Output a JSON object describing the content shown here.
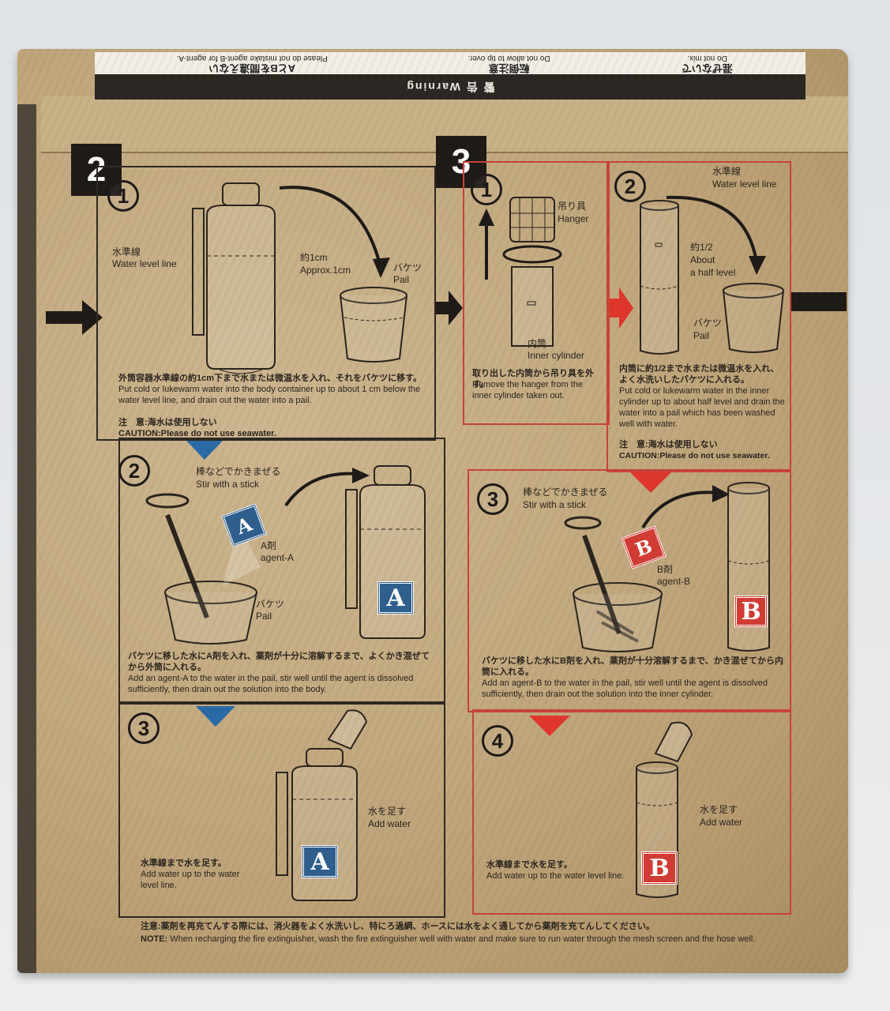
{
  "band": {
    "warning": "警 告 Warning",
    "cells": [
      {
        "jp": "混ぜないで",
        "en": "Do not mix."
      },
      {
        "jp": "転倒注意",
        "en": "Do not allow to tip over."
      },
      {
        "jp": "AとBを間違えない",
        "en": "Please do not mistake agent-B for agent-A."
      }
    ]
  },
  "step2": {
    "num": "2",
    "s1": {
      "num": "1",
      "water_level_jp": "水準線",
      "water_level_en": "Water level line",
      "approx_jp": "約1cm",
      "approx_en": "Approx.1cm",
      "pail_jp": "バケツ",
      "pail_en": "Pail",
      "desc_jp": "外筒容器水準線の約1cm下まで水または微温水を入れ、それをバケツに移す。",
      "desc_en": "Put cold or lukewarm water into the body container up to about 1 cm below the water level line, and drain out the water into a pail.",
      "caution_jp": "注　意:海水は使用しない",
      "caution_en": "CAUTION:Please do not use seawater."
    },
    "s2": {
      "num": "2",
      "stir_jp": "棒などでかきまぜる",
      "stir_en": "Stir with a stick",
      "agent_jp": "A剤",
      "agent_en": "agent-A",
      "pail_jp": "バケツ",
      "pail_en": "Pail",
      "letter": "A",
      "desc_jp": "バケツに移した水にA剤を入れ、薬剤が十分に溶解するまで、よくかき混ぜてから外筒に入れる。",
      "desc_en": "Add an agent-A to the water in the pail, stir well until the agent is dissolved sufficiently, then drain out the solution into the body."
    },
    "s3": {
      "num": "3",
      "add_jp": "水を足す",
      "add_en": "Add water",
      "letter": "A",
      "desc_jp": "水準線まで水を足す。",
      "desc_en": "Add water up to the water level line."
    }
  },
  "step3": {
    "num": "3",
    "s1": {
      "num": "1",
      "hanger_jp": "吊り具",
      "hanger_en": "Hanger",
      "inner_jp": "内筒",
      "inner_en": "Inner cylinder",
      "desc_jp": "取り出した内筒から吊り具を外す。",
      "desc_en": "Remove the hanger from the inner cylinder taken out."
    },
    "s2": {
      "num": "2",
      "water_level_jp": "水準線",
      "water_level_en": "Water level line",
      "half_jp": "約1/2",
      "half_en1": "About",
      "half_en2": "a half level",
      "pail_jp": "バケツ",
      "pail_en": "Pail",
      "desc_jp": "内筒に約1/2まで水または微温水を入れ、よく水洗いしたバケツに入れる。",
      "desc_en": "Put cold or lukewarm water in the inner cylinder up to about half level and drain the water into a pail which has been washed well with water.",
      "caution_jp": "注　意:海水は使用しない",
      "caution_en": "CAUTION:Please do not use seawater."
    },
    "s3": {
      "num": "3",
      "stir_jp": "棒などでかきまぜる",
      "stir_en": "Stir with a stick",
      "agent_jp": "B剤",
      "agent_en": "agent-B",
      "letter": "B",
      "desc_jp": "バケツに移した水にB剤を入れ、薬剤が十分溶解するまで、かき混ぜてから内筒に入れる。",
      "desc_en": "Add an agent-B to the water in the pail, stir well until the agent is dissolved sufficiently, then drain out the solution into the inner cylinder."
    },
    "s4": {
      "num": "4",
      "add_jp": "水を足す",
      "add_en": "Add water",
      "letter": "B",
      "desc_jp": "水準線まで水を足す。",
      "desc_en": "Add water up to the water level line."
    }
  },
  "note": {
    "jp": "注意:薬剤を再充てんする際には、消火器をよく水洗いし、特にろ過網、ホースには水をよく通してから薬剤を充てんしてください。",
    "en_label": "NOTE:",
    "en": "When recharging the fire extinguisher, wash the fire extinguisher well with water and make sure to run water through the mesh screen and the hose well."
  },
  "colors": {
    "box": "#c2a97f",
    "ink": "#1d1a17",
    "blue_arrow": "#2a6aa6",
    "red_arrow": "#e0362c",
    "agent_a": "#2f5f8e",
    "agent_b": "#d23c34"
  }
}
